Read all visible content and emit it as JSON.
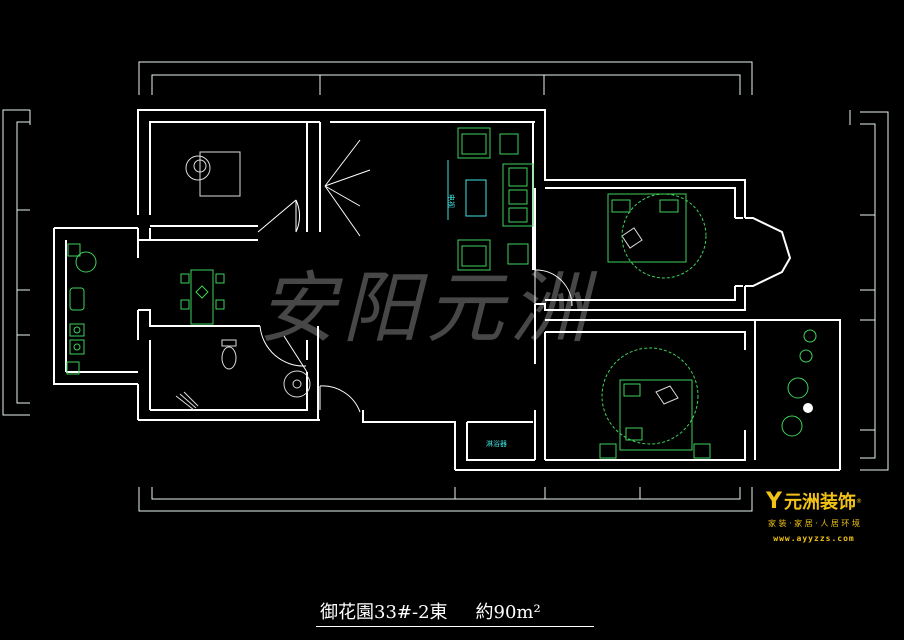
{
  "watermark": "安阳元洲",
  "room_labels": {
    "tv": "电视",
    "bathroom_fixture": "淋浴器"
  },
  "brand": {
    "mark": "Y",
    "name": "元洲装饰",
    "registered": "®",
    "slogan": "家 装 · 家 居 · 人 居 环 境",
    "url": "www.ayyzzs.com"
  },
  "caption": {
    "title": "御花園33#-2東",
    "area": "約90m²"
  },
  "colors": {
    "background": "#000000",
    "wall": "#ffffff",
    "dimension_lines": "#dff5e6",
    "furniture": "#39d35a",
    "cyan_label": "#3fe3e0",
    "watermark": "#4a4a4a",
    "brand": "#f2c316"
  }
}
